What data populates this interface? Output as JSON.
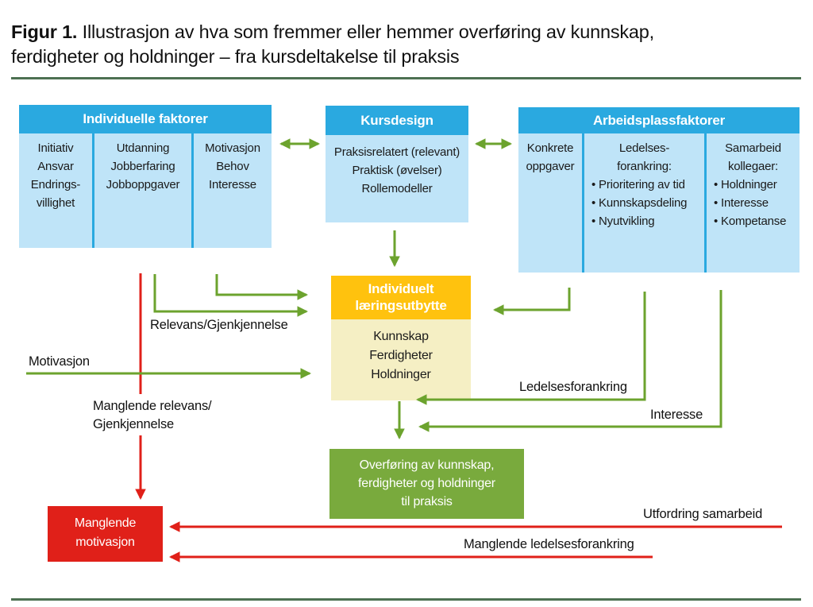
{
  "title": {
    "prefix": "Figur 1.",
    "line1_rest": " Illustrasjon av hva som fremmer eller hemmer overføring av kunnskap,",
    "line2": "ferdigheter og holdninger – fra kursdeltakelse til praksis"
  },
  "colors": {
    "header_blue": "#2aa9e0",
    "light_blue": "#bfe4f8",
    "gold": "#ffc20e",
    "pale_yellow": "#f5efc4",
    "green_box": "#79aa3d",
    "arrow_green": "#6ca32e",
    "red": "#e02019",
    "rule_green": "#4d7152"
  },
  "boxes": {
    "individuelle": {
      "header": "Individuelle faktorer",
      "columns": [
        {
          "lines": [
            "Initiativ",
            "Ansvar",
            "Endrings-",
            "villighet"
          ]
        },
        {
          "lines": [
            "Utdanning",
            "Jobberfaring",
            "Jobboppgaver"
          ]
        },
        {
          "lines": [
            "Motivasjon",
            "Behov",
            "Interesse"
          ]
        }
      ]
    },
    "kursdesign": {
      "header": "Kursdesign",
      "lines": [
        "Praksisrelatert (relevant)",
        "Praktisk (øvelser)",
        "Rollemodeller"
      ]
    },
    "arbeidsplass": {
      "header": "Arbeidsplassfaktorer",
      "columns": [
        {
          "lines": [
            "Konkrete",
            "oppgaver"
          ],
          "bullets": []
        },
        {
          "lines": [
            "Ledelses-",
            "forankring:"
          ],
          "bullets": [
            "Prioritering av tid",
            "Kunnskapsdeling",
            "Nyutvikling"
          ]
        },
        {
          "lines": [
            "Samarbeid",
            "kollegaer:"
          ],
          "bullets": [
            "Holdninger",
            "Interesse",
            "Kompetanse"
          ]
        }
      ]
    },
    "laeringsutbytte": {
      "header_lines": [
        "Individuelt",
        "læringsutbytte"
      ],
      "body_lines": [
        "Kunnskap",
        "Ferdigheter",
        "Holdninger"
      ]
    },
    "overforing": {
      "lines": [
        "Overføring av kunnskap,",
        "ferdigheter og holdninger",
        "til praksis"
      ]
    },
    "manglende_motivasjon": {
      "lines": [
        "Manglende",
        "motivasjon"
      ]
    }
  },
  "labels": {
    "relevans": "Relevans/Gjenkjennelse",
    "motivasjon": "Motivasjon",
    "manglende_relevans": [
      "Manglende relevans/",
      "Gjenkjennelse"
    ],
    "ledelsesforankring": "Ledelsesforankring",
    "interesse": "Interesse",
    "utfordring_samarbeid": "Utfordring samarbeid",
    "manglende_ledelsesforankring": "Manglende ledelsesforankring"
  }
}
